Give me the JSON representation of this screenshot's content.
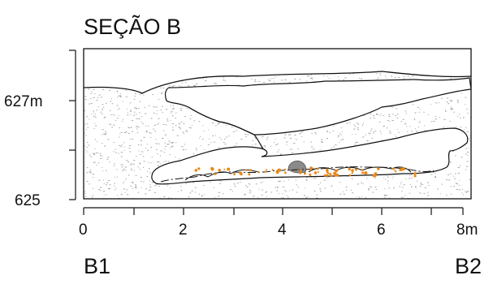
{
  "title": "SEÇÃO B",
  "y_axis": {
    "tick_labels": [
      "627m",
      "625"
    ]
  },
  "x_axis": {
    "tick_labels": [
      "0",
      "2",
      "4",
      "6",
      "8m"
    ]
  },
  "end_labels": {
    "left": "B1",
    "right": "B2"
  },
  "colors": {
    "rock_outline": "#111111",
    "stipple": "#9a9a9a",
    "sediment_dots": "#e88a1a",
    "boulder": "#8a8a8a"
  }
}
